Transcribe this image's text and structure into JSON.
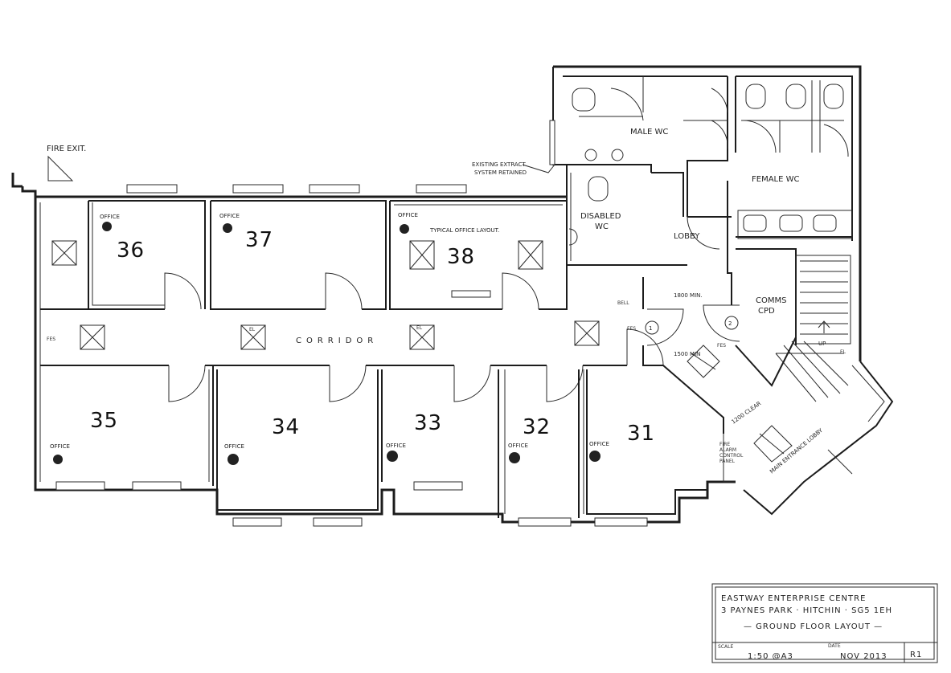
{
  "labels": {
    "fire_exit": "FIRE EXIT.",
    "extract_1": "EXISTING EXTRACT",
    "extract_2": "SYSTEM RETAINED",
    "male_wc": "MALE WC",
    "female_wc": "FEMALE WC",
    "disabled_1": "DISABLED",
    "disabled_2": "WC",
    "lobby": "LOBBY",
    "typical": "TYPICAL OFFICE LAYOUT.",
    "corridor": "CORRIDOR",
    "dim_1800": "1800 MIN.",
    "comms_1": "COMMS",
    "comms_2": "CPD",
    "main_entrance": "MAIN ENTRANCE LOBBY",
    "clear": "1200 CLEAR",
    "min_1500": "1500 MIN",
    "fire_alarm_1": "FIRE",
    "fire_alarm_2": "ALARM",
    "fire_alarm_3": "CONTROL",
    "fire_alarm_4": "PANEL",
    "bell": "BELL",
    "up": "UP",
    "el": "EL",
    "fes": "FES",
    "office": "OFFICE",
    "circle_1": "1",
    "circle_2": "2"
  },
  "offices": {
    "o36": "36",
    "o37": "37",
    "o38": "38",
    "o35": "35",
    "o34": "34",
    "o33": "33",
    "o32": "32",
    "o31": "31"
  },
  "title_block": {
    "line1": "EASTWAY ENTERPRISE CENTRE",
    "line2": "3 PAYNES PARK · HITCHIN · SG5 1EH",
    "line3": "— GROUND FLOOR LAYOUT —",
    "scale_label": "SCALE",
    "scale_value": "1:50 @A3",
    "date_label": "DATE",
    "date_value": "NOV 2013",
    "rev": "R1"
  }
}
